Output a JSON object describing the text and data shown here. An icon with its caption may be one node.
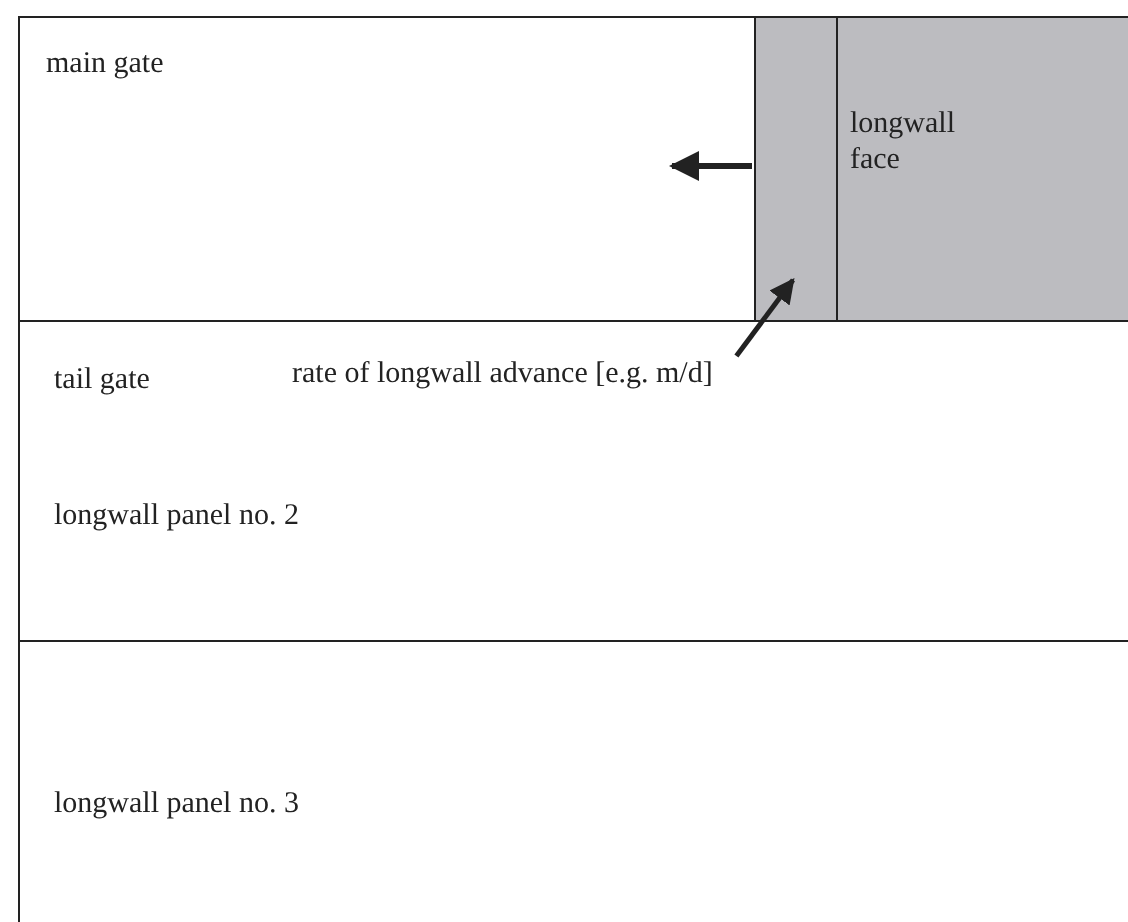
{
  "diagram": {
    "nodes": [
      {
        "text": [
          "main gate"
        ]
      },
      {
        "text": [],
        "shape": "box",
        "in": 0
      },
      {
        "text": [
          "longwall face"
        ],
        "in": 0
      },
      {
        "text": [
          "tail gate",
          "longwall panel no. 2"
        ]
      },
      {
        "text": [
          "rate of longwall advance [e.g. m/d]"
        ],
        "in": 3
      },
      {
        "text": [
          "longwall panel no. 3"
        ]
      }
    ],
    "edges": [
      {
        "from": 4,
        "to": 1,
        "arrow": "to"
      }
    ]
  }
}
